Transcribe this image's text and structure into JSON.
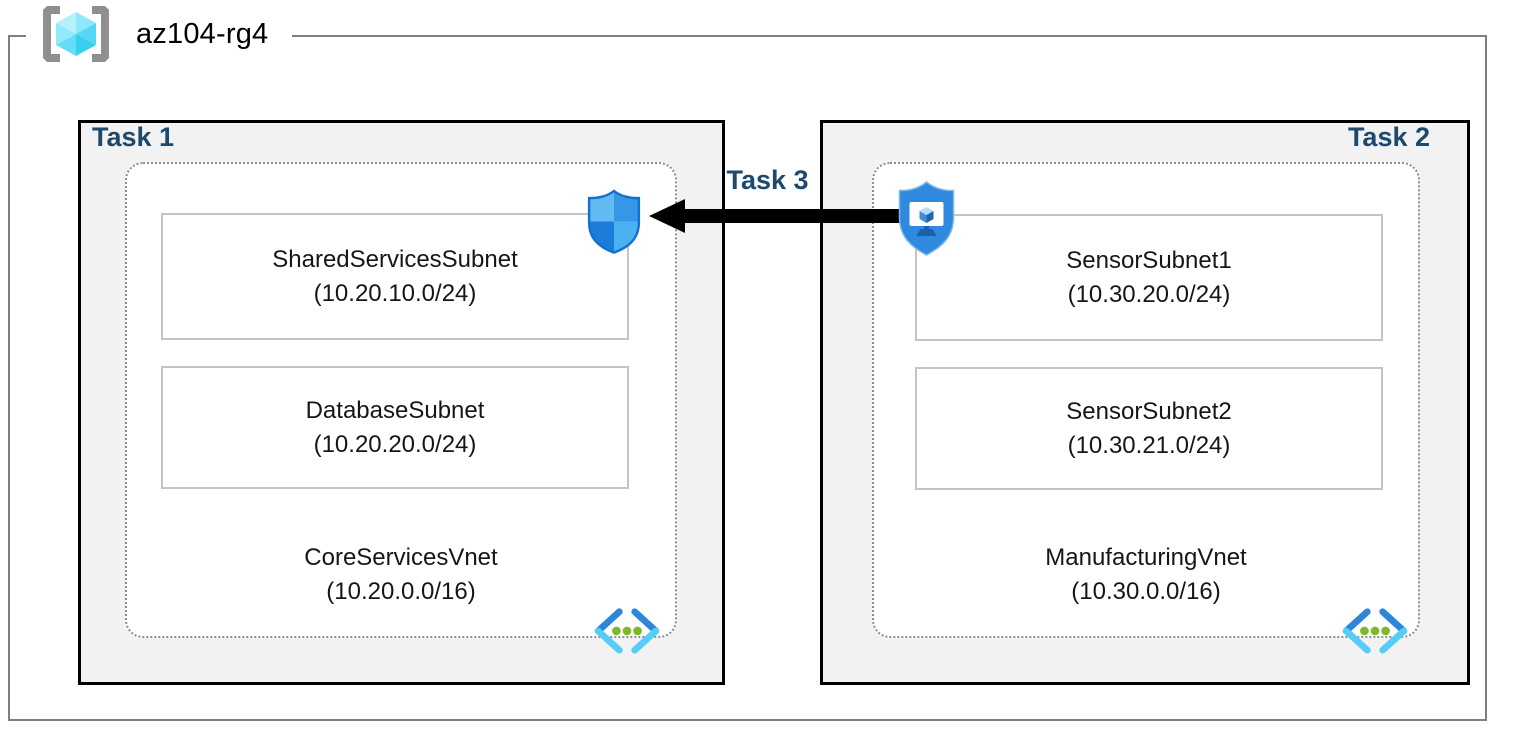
{
  "resource_group": {
    "name": "az104-rg4",
    "icon": "resource-group-icon"
  },
  "labels": {
    "task1": "Task 1",
    "task2": "Task 2",
    "task3": "Task 3"
  },
  "vnets": [
    {
      "name": "CoreServicesVnet",
      "cidr": "(10.20.0.0/16)",
      "task_label": "Task 1",
      "icon": "virtual-network-icon",
      "subnets": [
        {
          "name": "SharedServicesSubnet",
          "cidr": "(10.20.10.0/24)",
          "icon": "network-security-group-icon"
        },
        {
          "name": "DatabaseSubnet",
          "cidr": "(10.20.20.0/24)"
        }
      ]
    },
    {
      "name": "ManufacturingVnet",
      "cidr": "(10.30.0.0/16)",
      "task_label": "Task 2",
      "icon": "virtual-network-icon",
      "subnets": [
        {
          "name": "SensorSubnet1",
          "cidr": "(10.30.20.0/24)",
          "icon": "application-security-group-icon"
        },
        {
          "name": "SensorSubnet2",
          "cidr": "(10.30.21.0/24)"
        }
      ]
    }
  ],
  "connection": {
    "label": "Task 3",
    "direction": "left"
  },
  "colors": {
    "task_label": "#1b4a6e",
    "panel_fill": "#f2f2f2",
    "panel_border": "#000000",
    "outer_border": "#7f7f7f",
    "dotted_border": "#8c8c8c",
    "subnet_border": "#c4c4c4",
    "vnet_fill": "#ffffff",
    "arrow": "#000000",
    "azure_blue": "#2e89df",
    "azure_green": "#7db928"
  }
}
